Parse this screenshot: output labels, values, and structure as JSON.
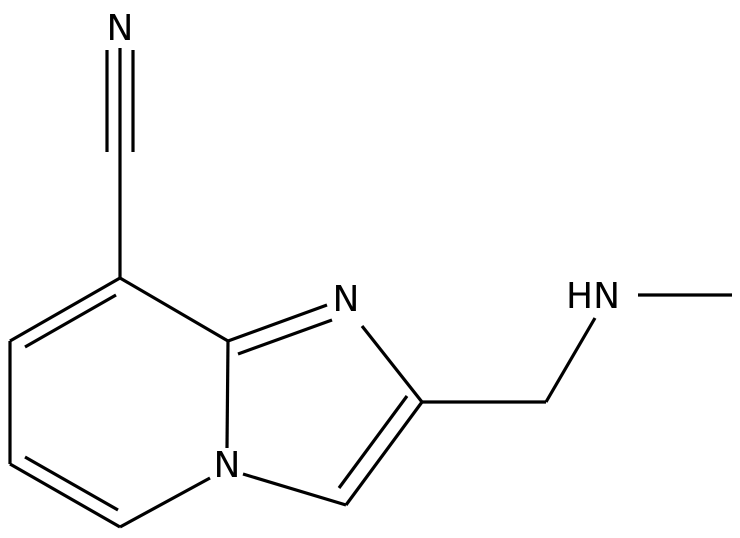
{
  "atoms": {
    "nitrile_n": "N",
    "imidazole_n": "N",
    "bridgehead_n": "N",
    "amine_nh": "HN"
  },
  "colors": {
    "bond": "#000000",
    "background": "#ffffff"
  }
}
